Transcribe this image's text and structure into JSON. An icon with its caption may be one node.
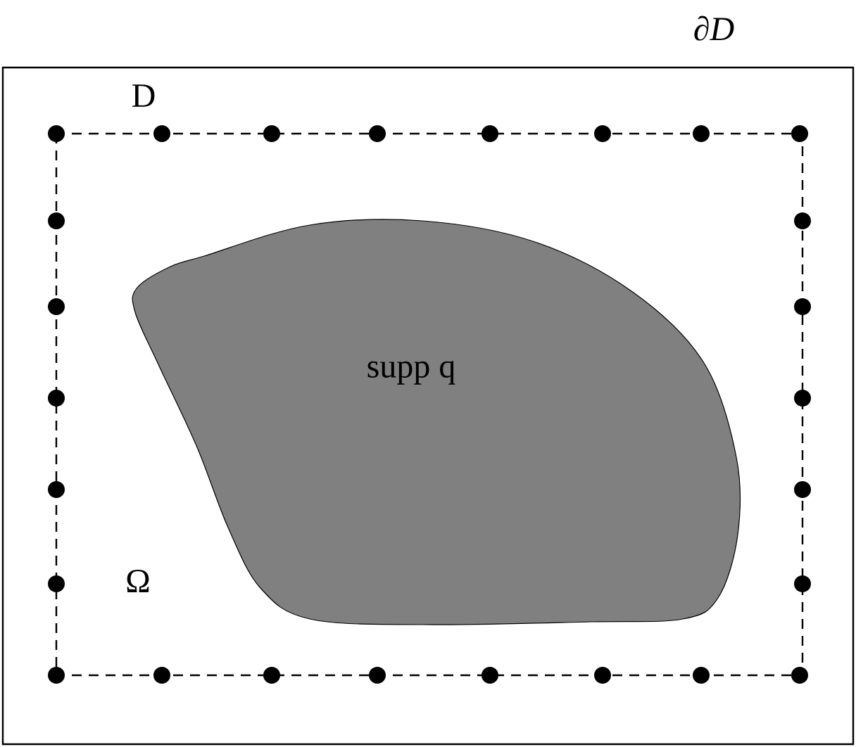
{
  "diagram": {
    "nodes": [
      {
        "text": [
          "D"
        ],
        "beside": [
          "∂D"
        ]
      },
      {
        "text": [
          "Ω"
        ],
        "in": 0
      },
      {
        "text": [
          "supp q"
        ],
        "in": 1
      }
    ]
  }
}
